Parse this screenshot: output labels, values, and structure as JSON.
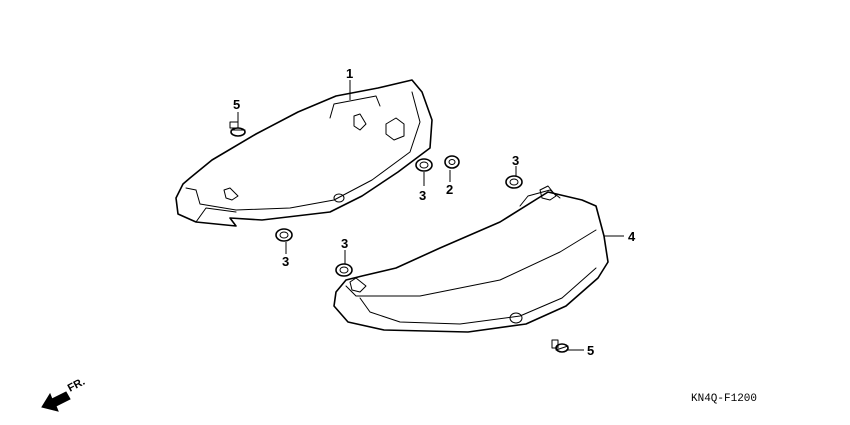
{
  "callouts": {
    "c1": "1",
    "c2": "2",
    "c3a": "3",
    "c3b": "3",
    "c3c": "3",
    "c3d": "3",
    "c4": "4",
    "c5a": "5",
    "c5b": "5"
  },
  "direction_label": "FR.",
  "diagram_code": "KN4Q-F1200"
}
